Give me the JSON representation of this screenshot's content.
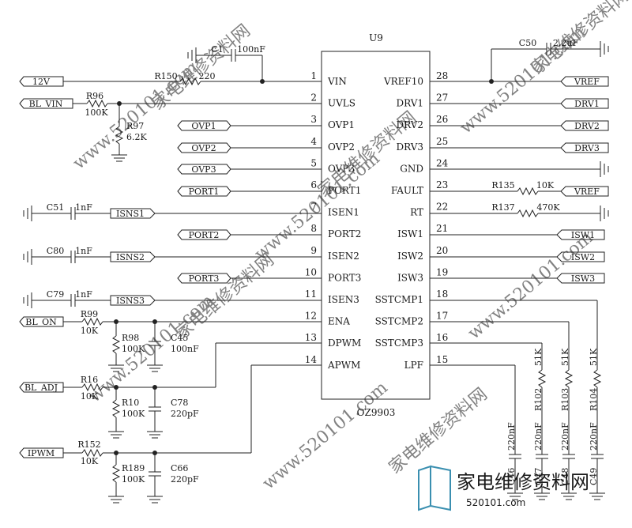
{
  "chip": {
    "ref": "U9",
    "part": "OZ9903",
    "left_pins": [
      {
        "num": "1",
        "name": "VIN"
      },
      {
        "num": "2",
        "name": "UVLS"
      },
      {
        "num": "3",
        "name": "OVP1"
      },
      {
        "num": "4",
        "name": "OVP2"
      },
      {
        "num": "5",
        "name": "OVP3"
      },
      {
        "num": "6",
        "name": "PORT1"
      },
      {
        "num": "7",
        "name": "ISEN1"
      },
      {
        "num": "8",
        "name": "PORT2"
      },
      {
        "num": "9",
        "name": "ISEN2"
      },
      {
        "num": "10",
        "name": "PORT3"
      },
      {
        "num": "11",
        "name": "ISEN3"
      },
      {
        "num": "12",
        "name": "ENA"
      },
      {
        "num": "13",
        "name": "DPWM"
      },
      {
        "num": "14",
        "name": "APWM"
      }
    ],
    "right_pins": [
      {
        "num": "28",
        "name": "VREF10"
      },
      {
        "num": "27",
        "name": "DRV1"
      },
      {
        "num": "26",
        "name": "DRV2"
      },
      {
        "num": "25",
        "name": "DRV3"
      },
      {
        "num": "24",
        "name": "GND"
      },
      {
        "num": "23",
        "name": "FAULT"
      },
      {
        "num": "22",
        "name": "RT"
      },
      {
        "num": "21",
        "name": "ISW1"
      },
      {
        "num": "20",
        "name": "ISW2"
      },
      {
        "num": "19",
        "name": "ISW3"
      },
      {
        "num": "18",
        "name": "SSTCMP1"
      },
      {
        "num": "17",
        "name": "SSTCMP2"
      },
      {
        "num": "16",
        "name": "SSTCMP3"
      },
      {
        "num": "15",
        "name": "LPF"
      }
    ]
  },
  "nets": {
    "v12": "12V",
    "bl_vin": "BL_VIN",
    "ovp1": "OVP1",
    "ovp2": "OVP2",
    "ovp3": "OVP3",
    "port1": "PORT1",
    "port2": "PORT2",
    "port3": "PORT3",
    "isns1": "ISNS1",
    "isns2": "ISNS2",
    "isns3": "ISNS3",
    "bl_on": "BL_ON",
    "bl_adj": "BL_ADJ",
    "ipwm": "IPWM",
    "vref": "VREF",
    "vref2": "VREF",
    "drv1": "DRV1",
    "drv2": "DRV2",
    "drv3": "DRV3",
    "isw1": "ISW1",
    "isw2": "ISW2",
    "isw3": "ISW3"
  },
  "parts": {
    "c1_ref": "C1",
    "c1_val": "100nF",
    "r150_ref": "R150",
    "r150_val": "220",
    "r96_ref": "R96",
    "r96_val": "100K",
    "r97_ref": "R97",
    "r97_val": "6.2K",
    "c51_ref": "C51",
    "c51_val": "1nF",
    "c80_ref": "C80",
    "c80_val": "1nF",
    "c79_ref": "C79",
    "c79_val": "1nF",
    "r99_ref": "R99",
    "r99_val": "10K",
    "r98_ref": "R98",
    "r98_val": "100K",
    "c45_ref": "C45",
    "c45_val": "100nF",
    "r16_ref": "R16",
    "r16_val": "10K",
    "r10_ref": "R10",
    "r10_val": "100K",
    "c78_ref": "C78",
    "c78_val": "220pF",
    "r152_ref": "R152",
    "r152_val": "10K",
    "r189_ref": "R189",
    "r189_val": "100K",
    "c66_ref": "C66",
    "c66_val": "220pF",
    "c50_ref": "C50",
    "c50_val": "2.2uF",
    "r135_ref": "R135",
    "r135_val": "10K",
    "r137_ref": "R137",
    "r137_val": "470K",
    "r102_ref": "R102",
    "r102_val": "51K",
    "r103_ref": "R103",
    "r103_val": "51K",
    "r104_ref": "R104",
    "r104_val": "51K",
    "c46_ref": "C46",
    "c46_val": "220nF",
    "c47_ref": "C47",
    "c47_val": "220nF",
    "c48_ref": "C48",
    "c48_val": "220nF",
    "c49_ref": "C49",
    "c49_val": "220nF"
  },
  "watermark": {
    "text": "www.520101.com",
    "text_cn": "家电维修资料网",
    "logo_cn": "家电维修资料网",
    "logo_url": "520101.com"
  },
  "colors": {
    "line": "#222222",
    "watermark": "#c4c4c4",
    "logo": "#3a8fb0"
  }
}
